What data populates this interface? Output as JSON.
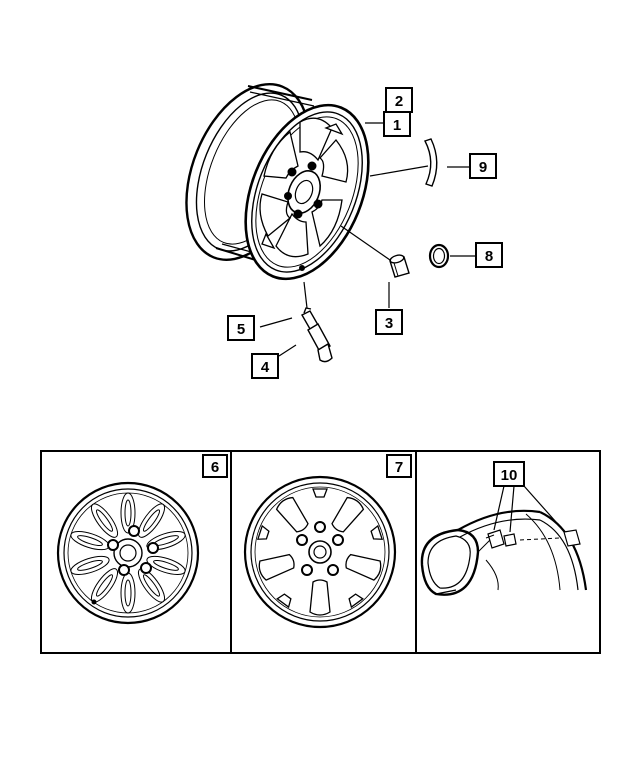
{
  "callouts": {
    "c1": "1",
    "c2": "2",
    "c3": "3",
    "c4": "4",
    "c5": "5",
    "c6": "6",
    "c7": "7",
    "c8": "8",
    "c9": "9",
    "c10": "10"
  },
  "icons": {
    "main": "alloy-wheel-exploded-icon",
    "panel6": "wheel-option-icon",
    "panel7": "wheel-option-icon",
    "panel8": "wheel-weight-icon"
  },
  "colors": {
    "ink": "#000000",
    "paper": "#ffffff"
  }
}
